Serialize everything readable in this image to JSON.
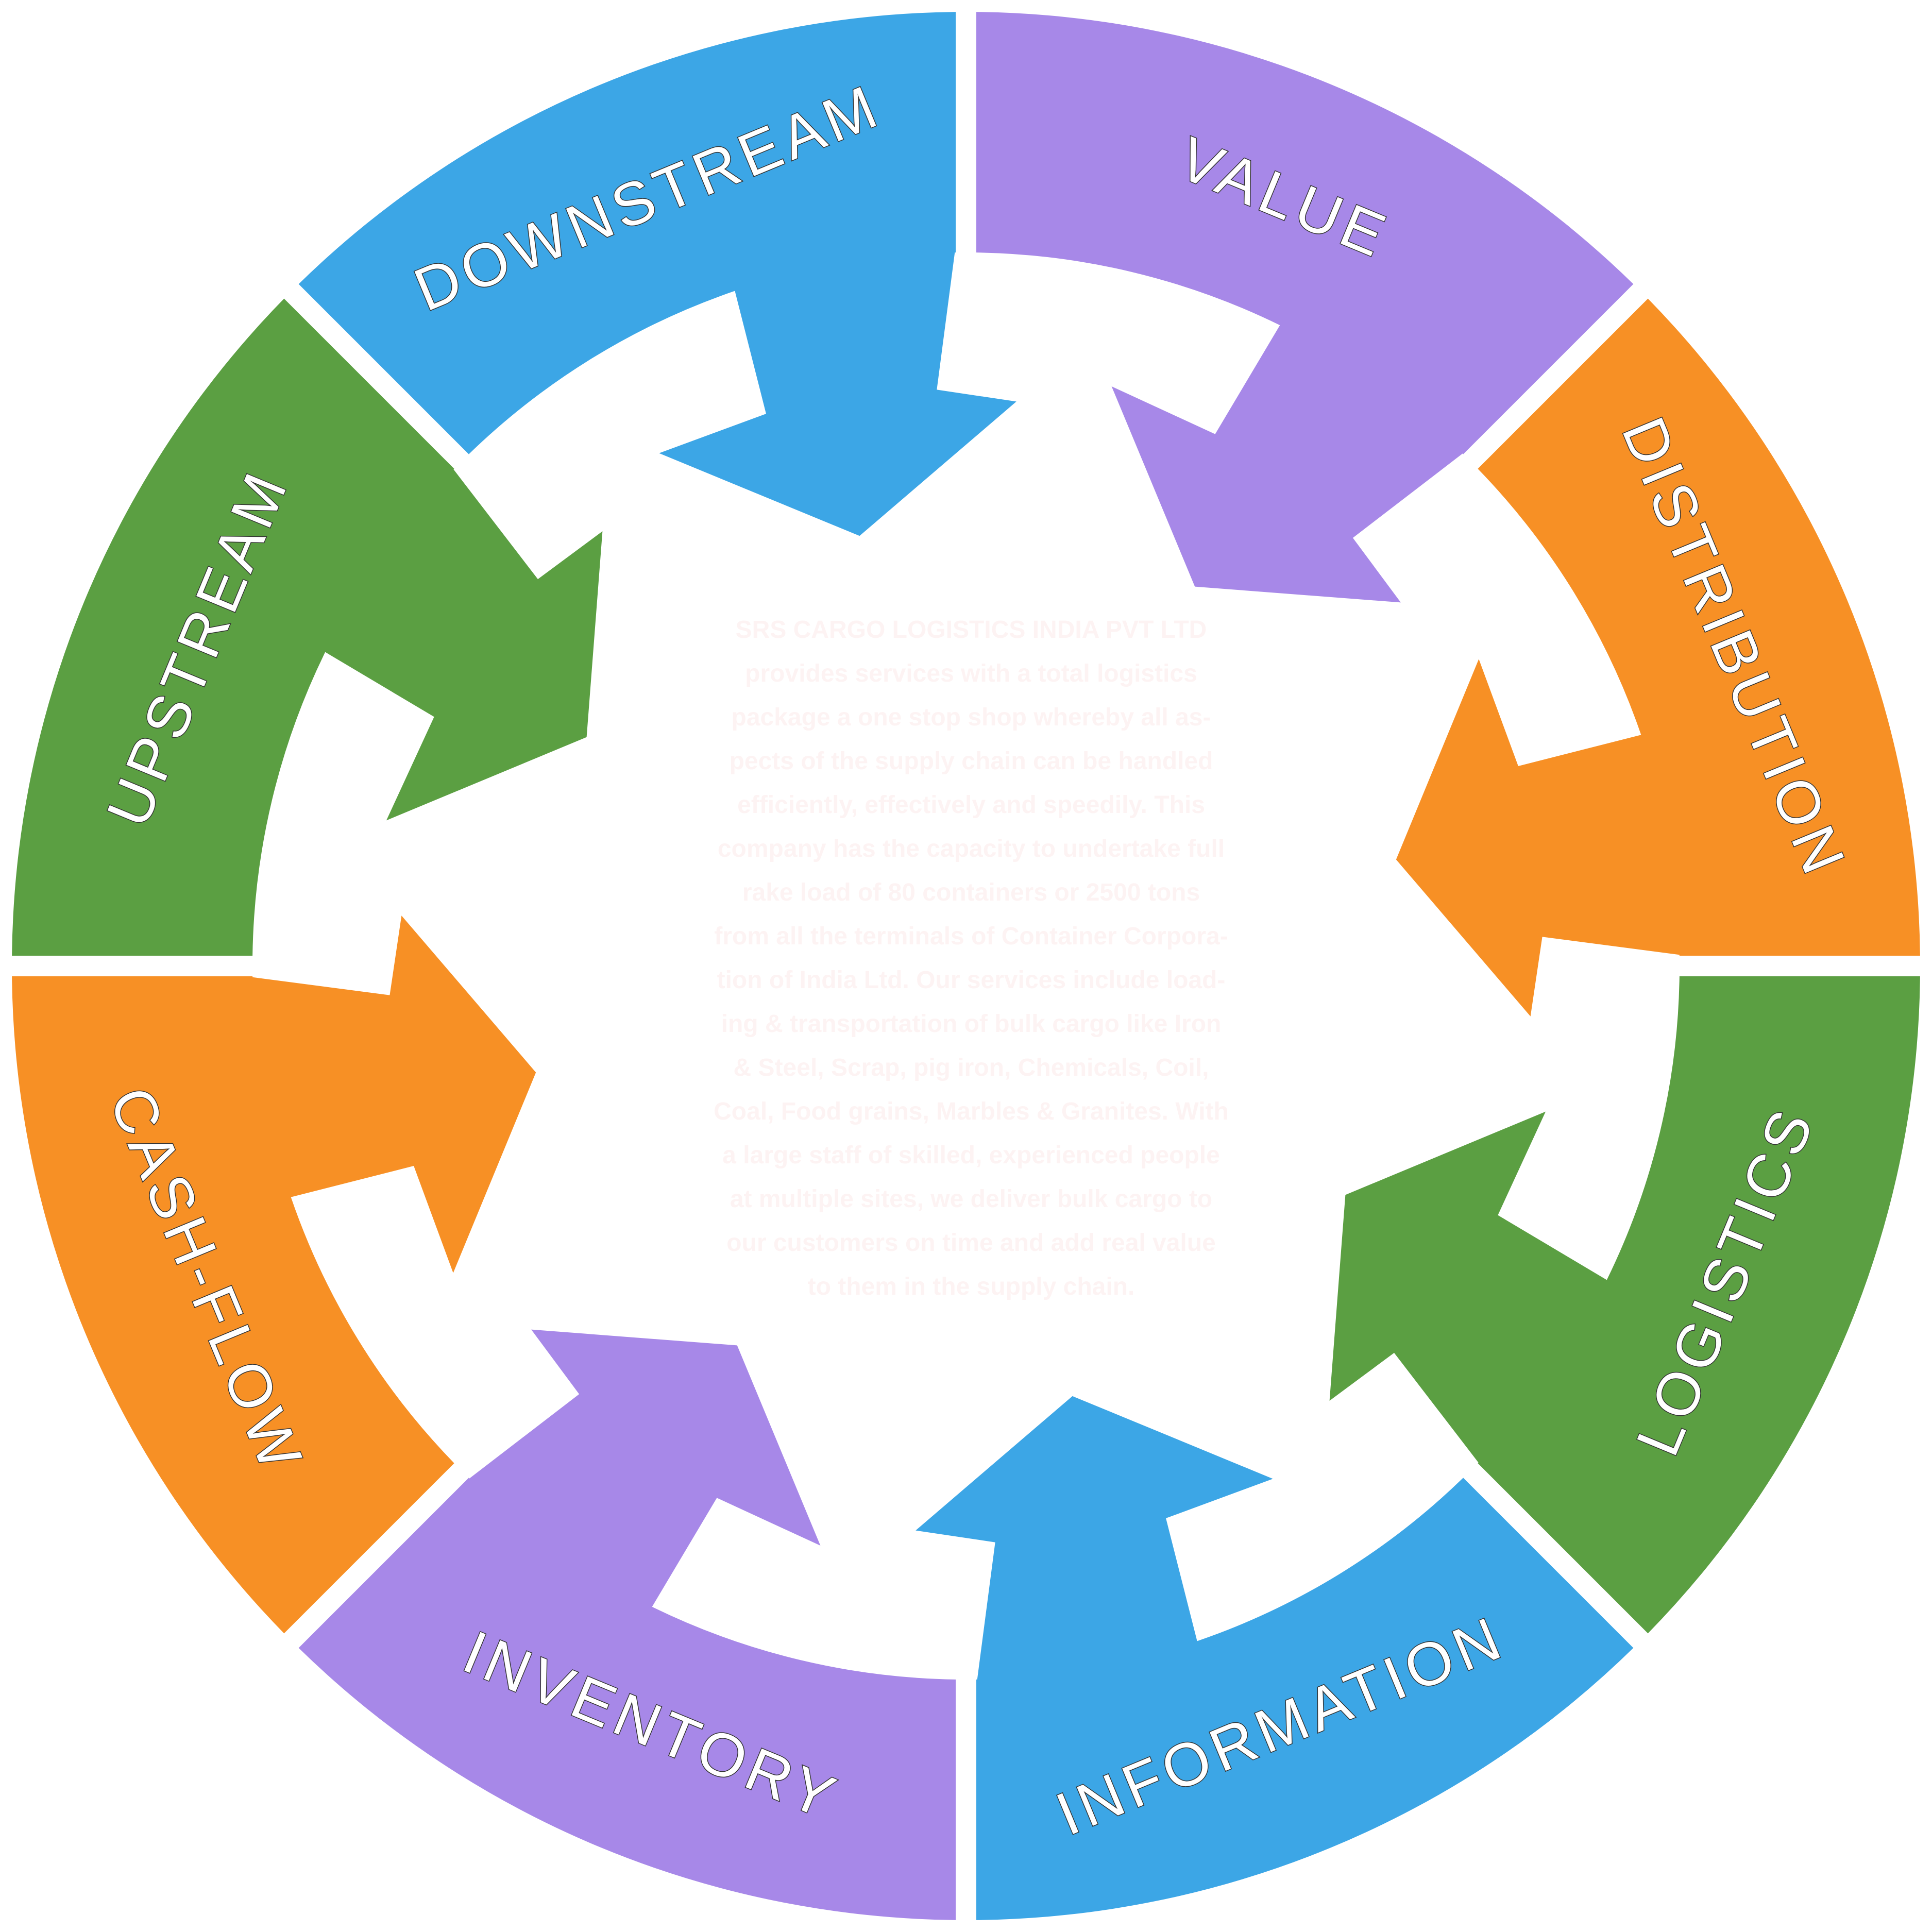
{
  "colors": {
    "blue": "#3ca6e6",
    "purple": "#a788e8",
    "orange": "#f79025",
    "green": "#5b9f42"
  },
  "segments": [
    {
      "label": "DOWNSTREAM",
      "color": "#3ca6e6"
    },
    {
      "label": "VALUE",
      "color": "#a788e8"
    },
    {
      "label": "DISTRIBUTION",
      "color": "#f79025"
    },
    {
      "label": "LOGISTICS",
      "color": "#5b9f42"
    },
    {
      "label": "INFORMATION",
      "color": "#3ca6e6"
    },
    {
      "label": "INVENTORY",
      "color": "#a788e8"
    },
    {
      "label": "CASH-FLOW",
      "color": "#f79025"
    },
    {
      "label": "UPSTREAM",
      "color": "#5b9f42"
    }
  ],
  "center_text": {
    "lines": [
      "SRS CARGO LOGISTICS INDIA PVT LTD",
      "provides services with a total logistics",
      "package a one stop shop whereby all as-",
      "pects of the supply chain can be handled",
      "efficiently, effectively and speedily. This",
      "company has the capacity to undertake full",
      "rake load of 80 containers or 2500 tons",
      "from all the terminals of Container Corpora-",
      "tion of India Ltd.  Our services include load-",
      "ing & transportation of bulk cargo like Iron",
      "& Steel, Scrap, pig iron, Chemicals, Coil,",
      "Coal, Food grains, Marbles & Granites. With",
      "a large staff of skilled, experienced people",
      "at multiple sites, we deliver bulk cargo to",
      "our customers on time and add real value",
      "to them in the supply chain."
    ]
  }
}
